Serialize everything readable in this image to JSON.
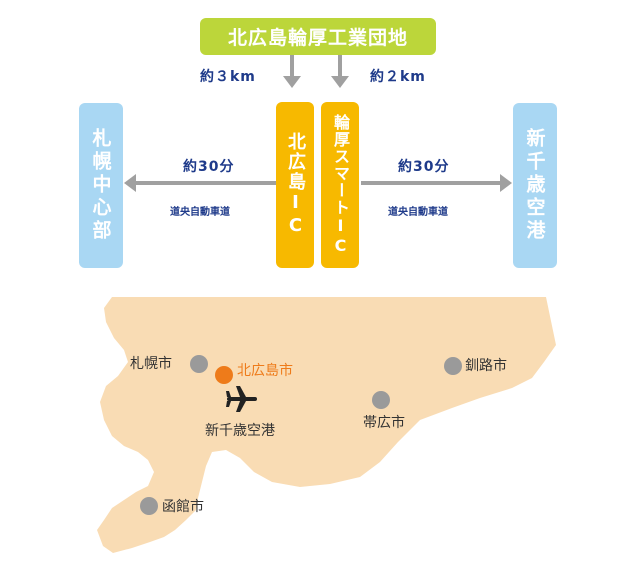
{
  "top": {
    "title": "北広島輪厚工業団地"
  },
  "distances": {
    "left": "約３km",
    "right": "約２km"
  },
  "boxes": {
    "sapporo_center": "札幌中心部",
    "kitahiroshima_ic": "北広島IC",
    "wattsu_smart_ic": "輪厚スマートIC",
    "new_chitose": "新千歳空港"
  },
  "routes": {
    "left_time": "約30分",
    "left_road": "道央自動車道",
    "right_time": "約30分",
    "right_road": "道央自動車道"
  },
  "map": {
    "cities": {
      "sapporo": "札幌市",
      "kitahiroshima": "北広島市",
      "kushiro": "釧路市",
      "obihiro": "帯広市",
      "new_chitose_airport": "新千歳空港",
      "hakodate": "函館市"
    },
    "colors": {
      "land": "#f9dcb4",
      "highlight": "#ee7b1a",
      "dot": "#9a9a9a"
    }
  },
  "colors": {
    "green": "#bcd63a",
    "blue_box": "#a9d7f3",
    "ic_yellow": "#f7b900",
    "arrow_gray": "#a0a0a0",
    "text_navy": "#1e3a8a"
  }
}
